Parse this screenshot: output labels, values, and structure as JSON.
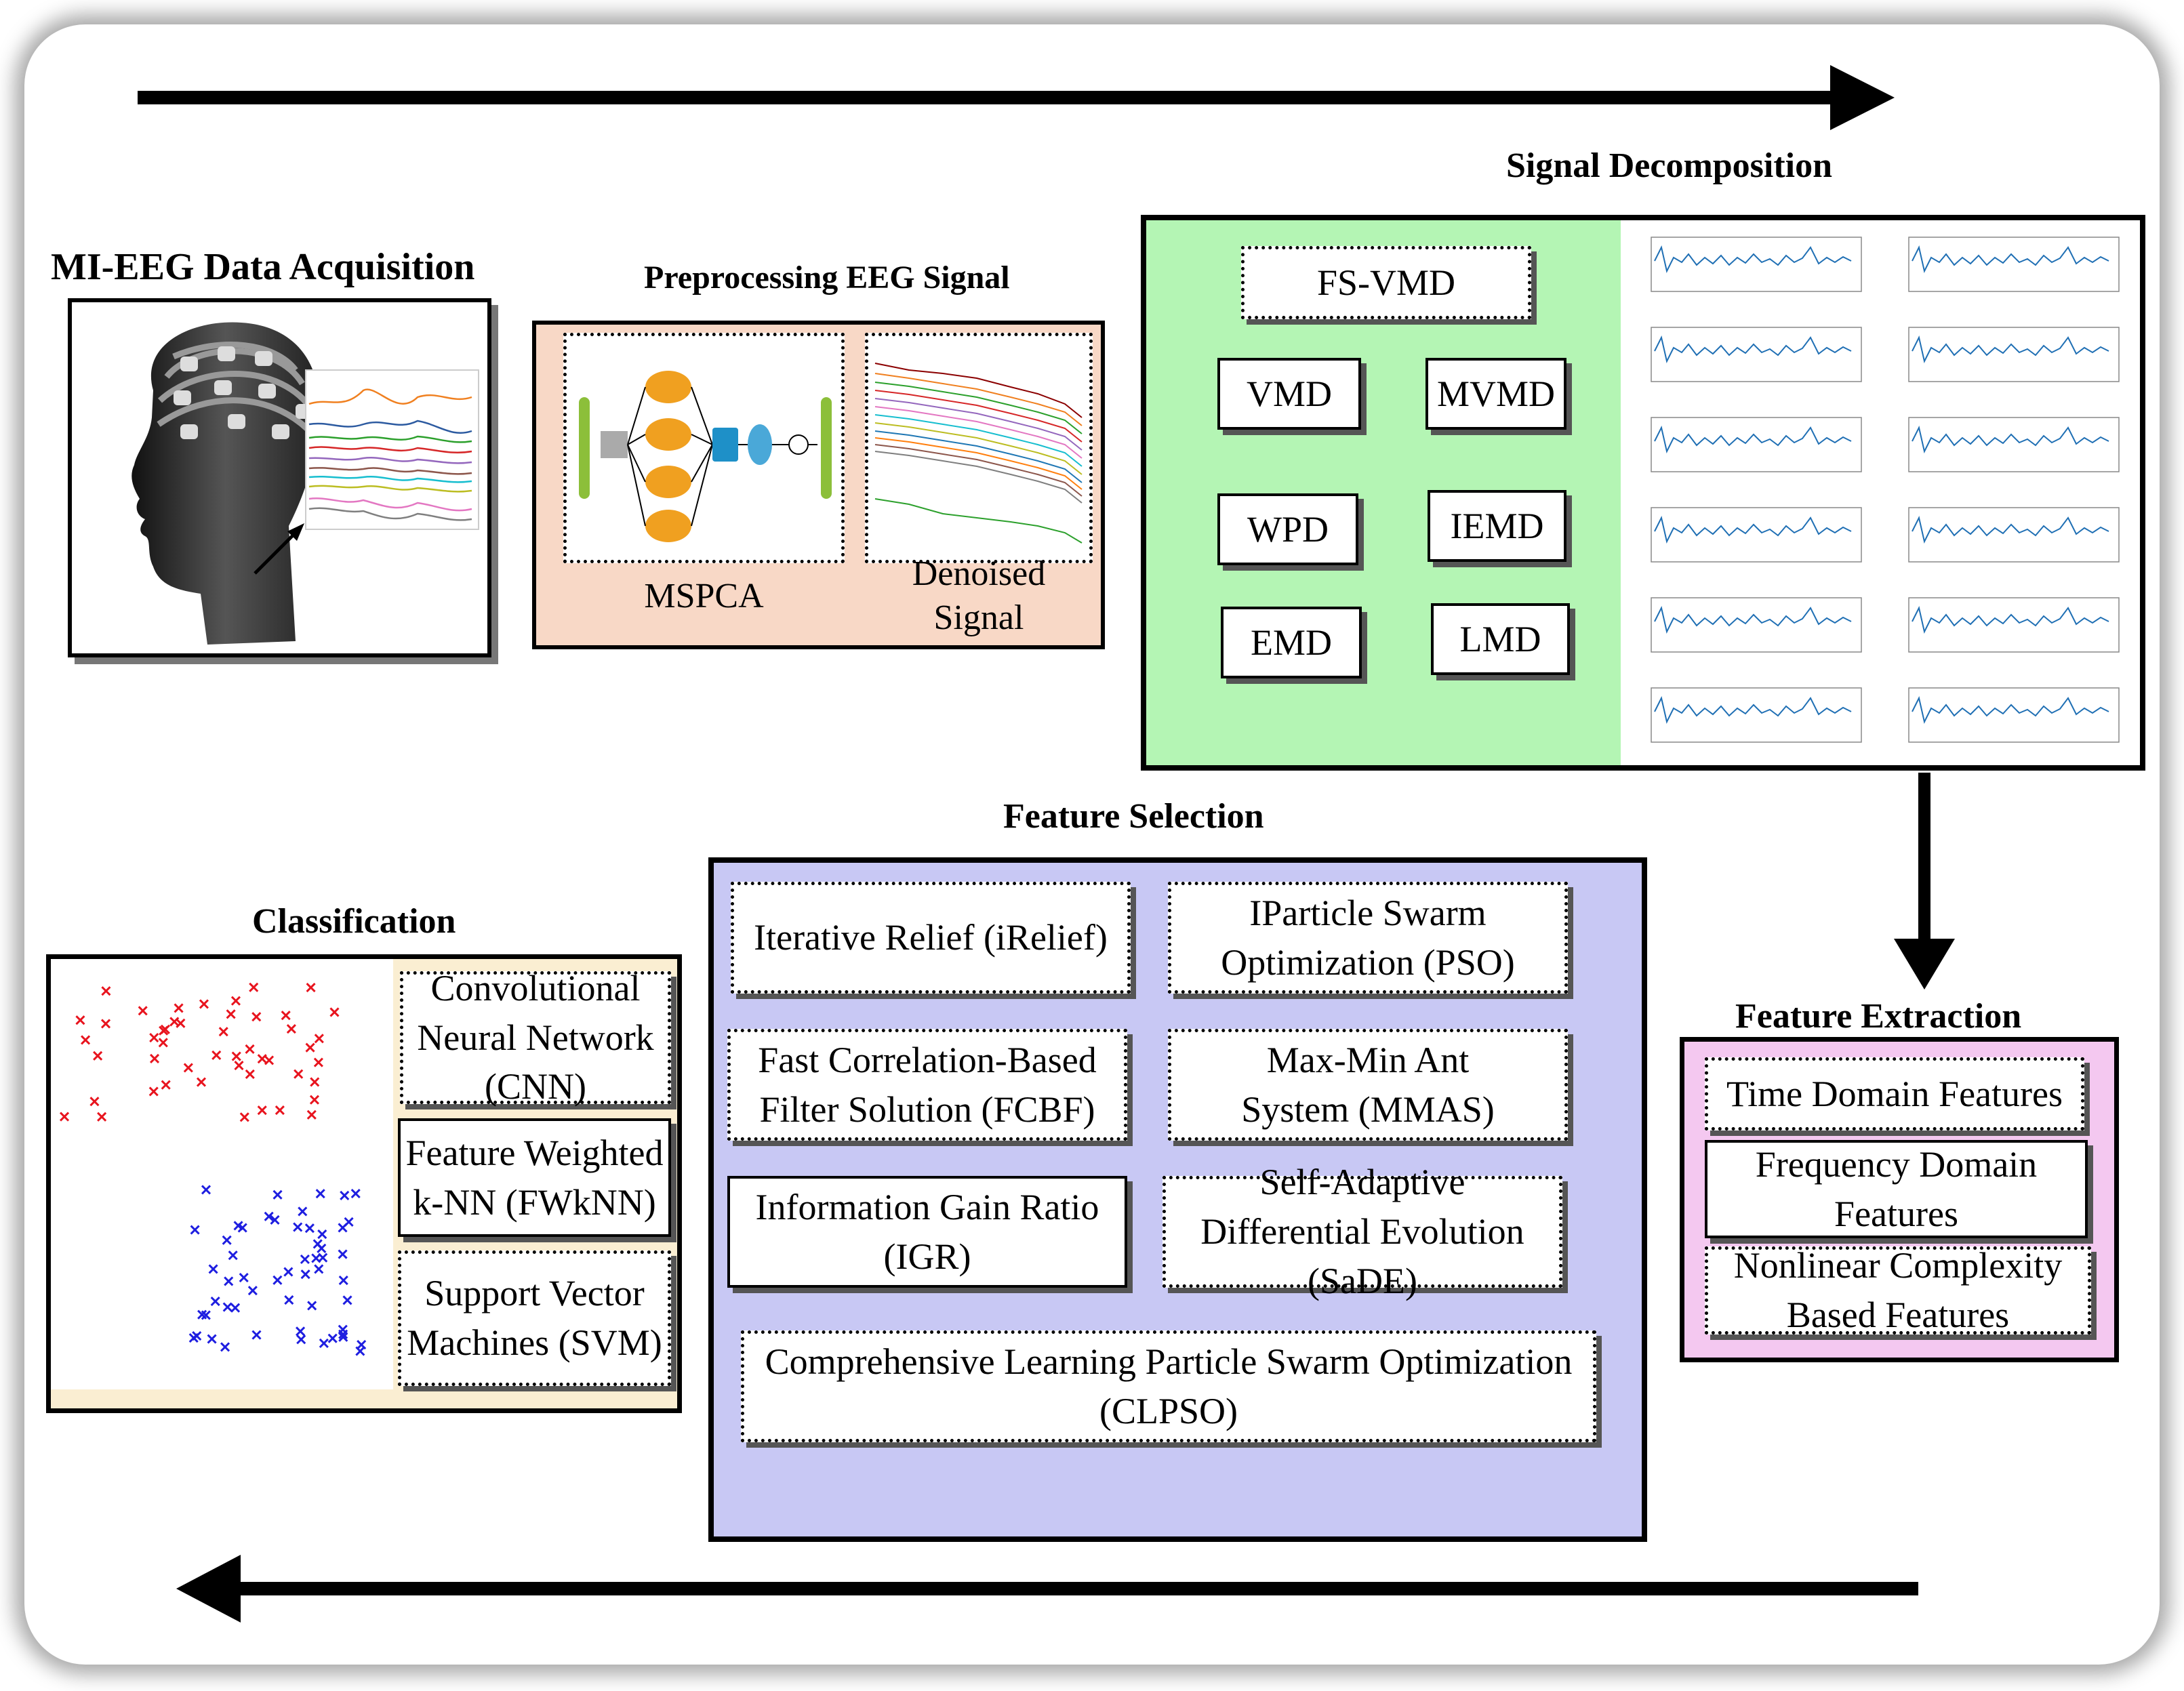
{
  "titles": {
    "acquisition": "MI-EEG Data Acquisition",
    "preprocessing": "Preprocessing EEG Signal",
    "decomposition": "Signal Decomposition",
    "feature_selection": "Feature Selection",
    "classification": "Classification",
    "feature_extraction": "Feature Extraction"
  },
  "preprocessing": {
    "left_label": "MSPCA",
    "right_label": "Denoised Signal"
  },
  "decomposition": {
    "methods": [
      "FS-VMD",
      "VMD",
      "MVMD",
      "WPD",
      "IEMD",
      "EMD",
      "LMD"
    ]
  },
  "feature_selection": {
    "methods": [
      "Iterative Relief (iRelief)",
      "IParticle Swarm Optimization (PSO)",
      "Fast Correlation-Based Filter Solution (FCBF)",
      "Max-Min Ant System (MMAS)",
      "Information Gain Ratio (IGR)",
      "Self-Adaptive Differential Evolution (SaDE)",
      "Comprehensive Learning Particle Swarm Optimization (CLPSO)"
    ]
  },
  "feature_extraction": {
    "items": [
      "Time Domain Features",
      "Frequency Domain Features",
      "Nonlinear Complexity Based Features"
    ]
  },
  "classification": {
    "items": [
      "Convolutional Neural Network (CNN)",
      "Feature Weighted k-NN (FWkNN)",
      "Support Vector Machines (SVM)"
    ]
  },
  "colors": {
    "decomposition_bg": "#b4f5b4",
    "preprocessing_bg": "#f8d8c6",
    "feature_selection_bg": "#c8c8f4",
    "feature_extraction_bg": "#f4c8f0",
    "classification_bg": "#faeed2",
    "scatter_class_a": "#e8141e",
    "scatter_class_b": "#1e1ee0"
  }
}
